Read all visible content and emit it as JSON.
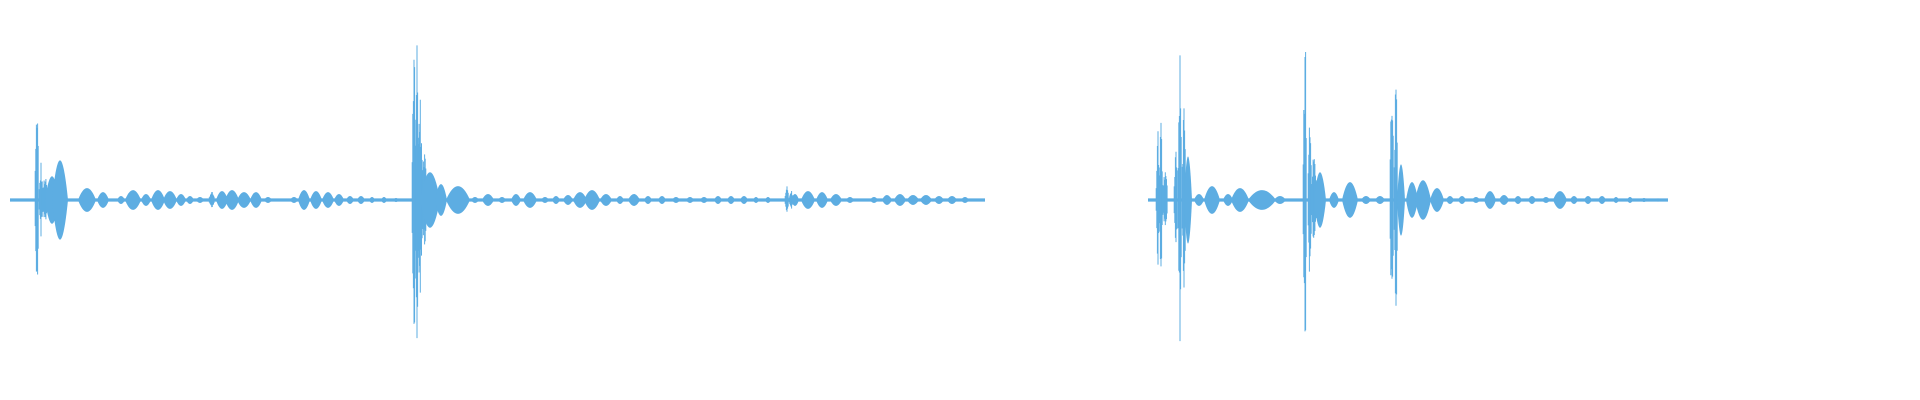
{
  "waveform": {
    "color": "#5DADE2",
    "background": "#FFFFFF",
    "duration_units": 1920,
    "amplitude_range": [
      -1,
      1
    ],
    "segments": [
      {
        "name": "segment-1",
        "start": 10,
        "end": 985,
        "baseline_amplitude": 0.008,
        "features": [
          {
            "pos": 37,
            "amp": 0.58,
            "width": 2,
            "type": "spike"
          },
          {
            "pos": 41,
            "amp": 0.2,
            "width": 2,
            "type": "spike"
          },
          {
            "pos": 45,
            "amp": 0.14,
            "width": 3,
            "type": "spike"
          },
          {
            "pos": 52,
            "amp": 0.12,
            "width": 7,
            "type": "blob"
          },
          {
            "pos": 60,
            "amp": 0.2,
            "width": 8,
            "type": "blob"
          },
          {
            "pos": 87,
            "amp": 0.06,
            "width": 9,
            "type": "blob"
          },
          {
            "pos": 103,
            "amp": 0.04,
            "width": 6,
            "type": "blob"
          },
          {
            "pos": 121,
            "amp": 0.02,
            "width": 4,
            "type": "blob"
          },
          {
            "pos": 133,
            "amp": 0.05,
            "width": 8,
            "type": "blob"
          },
          {
            "pos": 146,
            "amp": 0.03,
            "width": 5,
            "type": "blob"
          },
          {
            "pos": 158,
            "amp": 0.05,
            "width": 7,
            "type": "blob"
          },
          {
            "pos": 170,
            "amp": 0.045,
            "width": 7,
            "type": "blob"
          },
          {
            "pos": 181,
            "amp": 0.03,
            "width": 5,
            "type": "blob"
          },
          {
            "pos": 190,
            "amp": 0.02,
            "width": 4,
            "type": "blob"
          },
          {
            "pos": 200,
            "amp": 0.015,
            "width": 4,
            "type": "blob"
          },
          {
            "pos": 212,
            "amp": 0.05,
            "width": 3,
            "type": "spike"
          },
          {
            "pos": 222,
            "amp": 0.045,
            "width": 6,
            "type": "blob"
          },
          {
            "pos": 232,
            "amp": 0.05,
            "width": 7,
            "type": "blob"
          },
          {
            "pos": 244,
            "amp": 0.04,
            "width": 7,
            "type": "blob"
          },
          {
            "pos": 256,
            "amp": 0.04,
            "width": 6,
            "type": "blob"
          },
          {
            "pos": 268,
            "amp": 0.015,
            "width": 4,
            "type": "blob"
          },
          {
            "pos": 294,
            "amp": 0.015,
            "width": 4,
            "type": "blob"
          },
          {
            "pos": 304,
            "amp": 0.05,
            "width": 6,
            "type": "blob"
          },
          {
            "pos": 316,
            "amp": 0.045,
            "width": 6,
            "type": "blob"
          },
          {
            "pos": 328,
            "amp": 0.04,
            "width": 6,
            "type": "blob"
          },
          {
            "pos": 339,
            "amp": 0.03,
            "width": 5,
            "type": "blob"
          },
          {
            "pos": 350,
            "amp": 0.02,
            "width": 4,
            "type": "blob"
          },
          {
            "pos": 361,
            "amp": 0.02,
            "width": 4,
            "type": "blob"
          },
          {
            "pos": 372,
            "amp": 0.015,
            "width": 3,
            "type": "blob"
          },
          {
            "pos": 384,
            "amp": 0.015,
            "width": 3,
            "type": "blob"
          },
          {
            "pos": 396,
            "amp": 0.01,
            "width": 3,
            "type": "blob"
          },
          {
            "pos": 414,
            "amp": 0.96,
            "width": 2,
            "type": "spike"
          },
          {
            "pos": 417,
            "amp": 0.92,
            "width": 2,
            "type": "spike"
          },
          {
            "pos": 420,
            "amp": 0.55,
            "width": 3,
            "type": "spike"
          },
          {
            "pos": 424,
            "amp": 0.3,
            "width": 4,
            "type": "spike"
          },
          {
            "pos": 430,
            "amp": 0.14,
            "width": 10,
            "type": "blob"
          },
          {
            "pos": 441,
            "amp": 0.08,
            "width": 6,
            "type": "blob"
          },
          {
            "pos": 458,
            "amp": 0.07,
            "width": 12,
            "type": "blob"
          },
          {
            "pos": 475,
            "amp": 0.015,
            "width": 4,
            "type": "blob"
          },
          {
            "pos": 488,
            "amp": 0.03,
            "width": 6,
            "type": "blob"
          },
          {
            "pos": 502,
            "amp": 0.015,
            "width": 4,
            "type": "blob"
          },
          {
            "pos": 516,
            "amp": 0.03,
            "width": 5,
            "type": "blob"
          },
          {
            "pos": 530,
            "amp": 0.04,
            "width": 7,
            "type": "blob"
          },
          {
            "pos": 545,
            "amp": 0.015,
            "width": 4,
            "type": "blob"
          },
          {
            "pos": 556,
            "amp": 0.02,
            "width": 4,
            "type": "blob"
          },
          {
            "pos": 568,
            "amp": 0.025,
            "width": 5,
            "type": "blob"
          },
          {
            "pos": 580,
            "amp": 0.04,
            "width": 7,
            "type": "blob"
          },
          {
            "pos": 592,
            "amp": 0.05,
            "width": 8,
            "type": "blob"
          },
          {
            "pos": 606,
            "amp": 0.03,
            "width": 6,
            "type": "blob"
          },
          {
            "pos": 620,
            "amp": 0.02,
            "width": 4,
            "type": "blob"
          },
          {
            "pos": 634,
            "amp": 0.03,
            "width": 6,
            "type": "blob"
          },
          {
            "pos": 648,
            "amp": 0.02,
            "width": 4,
            "type": "blob"
          },
          {
            "pos": 662,
            "amp": 0.02,
            "width": 4,
            "type": "blob"
          },
          {
            "pos": 676,
            "amp": 0.015,
            "width": 4,
            "type": "blob"
          },
          {
            "pos": 690,
            "amp": 0.015,
            "width": 4,
            "type": "blob"
          },
          {
            "pos": 704,
            "amp": 0.015,
            "width": 4,
            "type": "blob"
          },
          {
            "pos": 718,
            "amp": 0.02,
            "width": 4,
            "type": "blob"
          },
          {
            "pos": 731,
            "amp": 0.02,
            "width": 4,
            "type": "blob"
          },
          {
            "pos": 744,
            "amp": 0.02,
            "width": 4,
            "type": "blob"
          },
          {
            "pos": 756,
            "amp": 0.015,
            "width": 3,
            "type": "blob"
          },
          {
            "pos": 768,
            "amp": 0.015,
            "width": 3,
            "type": "blob"
          },
          {
            "pos": 787,
            "amp": 0.08,
            "width": 2,
            "type": "spike"
          },
          {
            "pos": 791,
            "amp": 0.06,
            "width": 2,
            "type": "spike"
          },
          {
            "pos": 795,
            "amp": 0.03,
            "width": 4,
            "type": "blob"
          },
          {
            "pos": 808,
            "amp": 0.045,
            "width": 7,
            "type": "blob"
          },
          {
            "pos": 822,
            "amp": 0.04,
            "width": 6,
            "type": "blob"
          },
          {
            "pos": 836,
            "amp": 0.03,
            "width": 6,
            "type": "blob"
          },
          {
            "pos": 850,
            "amp": 0.015,
            "width": 4,
            "type": "blob"
          },
          {
            "pos": 874,
            "amp": 0.015,
            "width": 4,
            "type": "blob"
          },
          {
            "pos": 887,
            "amp": 0.025,
            "width": 5,
            "type": "blob"
          },
          {
            "pos": 900,
            "amp": 0.03,
            "width": 6,
            "type": "blob"
          },
          {
            "pos": 913,
            "amp": 0.025,
            "width": 6,
            "type": "blob"
          },
          {
            "pos": 926,
            "amp": 0.025,
            "width": 6,
            "type": "blob"
          },
          {
            "pos": 939,
            "amp": 0.02,
            "width": 5,
            "type": "blob"
          },
          {
            "pos": 952,
            "amp": 0.02,
            "width": 5,
            "type": "blob"
          },
          {
            "pos": 965,
            "amp": 0.015,
            "width": 4,
            "type": "blob"
          }
        ]
      },
      {
        "name": "segment-2",
        "start": 1148,
        "end": 1668,
        "baseline_amplitude": 0.008,
        "features": [
          {
            "pos": 1158,
            "amp": 0.36,
            "width": 2,
            "type": "spike"
          },
          {
            "pos": 1161,
            "amp": 0.42,
            "width": 2,
            "type": "spike"
          },
          {
            "pos": 1165,
            "amp": 0.18,
            "width": 3,
            "type": "spike"
          },
          {
            "pos": 1176,
            "amp": 0.32,
            "width": 2,
            "type": "spike"
          },
          {
            "pos": 1180,
            "amp": 0.76,
            "width": 2,
            "type": "spike"
          },
          {
            "pos": 1184,
            "amp": 0.6,
            "width": 2,
            "type": "spike"
          },
          {
            "pos": 1188,
            "amp": 0.22,
            "width": 4,
            "type": "blob"
          },
          {
            "pos": 1199,
            "amp": 0.03,
            "width": 5,
            "type": "blob"
          },
          {
            "pos": 1212,
            "amp": 0.07,
            "width": 8,
            "type": "blob"
          },
          {
            "pos": 1228,
            "amp": 0.03,
            "width": 5,
            "type": "blob"
          },
          {
            "pos": 1240,
            "amp": 0.06,
            "width": 9,
            "type": "blob"
          },
          {
            "pos": 1262,
            "amp": 0.05,
            "width": 14,
            "type": "blob"
          },
          {
            "pos": 1280,
            "amp": 0.02,
            "width": 6,
            "type": "blob"
          },
          {
            "pos": 1305,
            "amp": 0.98,
            "width": 2,
            "type": "spike"
          },
          {
            "pos": 1310,
            "amp": 0.5,
            "width": 2,
            "type": "spike"
          },
          {
            "pos": 1314,
            "amp": 0.3,
            "width": 3,
            "type": "spike"
          },
          {
            "pos": 1320,
            "amp": 0.14,
            "width": 6,
            "type": "blob"
          },
          {
            "pos": 1334,
            "amp": 0.04,
            "width": 5,
            "type": "blob"
          },
          {
            "pos": 1350,
            "amp": 0.09,
            "width": 8,
            "type": "blob"
          },
          {
            "pos": 1366,
            "amp": 0.02,
            "width": 5,
            "type": "blob"
          },
          {
            "pos": 1380,
            "amp": 0.02,
            "width": 5,
            "type": "blob"
          },
          {
            "pos": 1392,
            "amp": 0.75,
            "width": 2,
            "type": "spike"
          },
          {
            "pos": 1396,
            "amp": 0.7,
            "width": 2,
            "type": "spike"
          },
          {
            "pos": 1401,
            "amp": 0.18,
            "width": 4,
            "type": "blob"
          },
          {
            "pos": 1412,
            "amp": 0.09,
            "width": 6,
            "type": "blob"
          },
          {
            "pos": 1423,
            "amp": 0.1,
            "width": 8,
            "type": "blob"
          },
          {
            "pos": 1437,
            "amp": 0.06,
            "width": 7,
            "type": "blob"
          },
          {
            "pos": 1450,
            "amp": 0.02,
            "width": 4,
            "type": "blob"
          },
          {
            "pos": 1462,
            "amp": 0.02,
            "width": 4,
            "type": "blob"
          },
          {
            "pos": 1476,
            "amp": 0.015,
            "width": 4,
            "type": "blob"
          },
          {
            "pos": 1490,
            "amp": 0.045,
            "width": 6,
            "type": "blob"
          },
          {
            "pos": 1504,
            "amp": 0.025,
            "width": 5,
            "type": "blob"
          },
          {
            "pos": 1518,
            "amp": 0.02,
            "width": 4,
            "type": "blob"
          },
          {
            "pos": 1532,
            "amp": 0.02,
            "width": 4,
            "type": "blob"
          },
          {
            "pos": 1546,
            "amp": 0.015,
            "width": 4,
            "type": "blob"
          },
          {
            "pos": 1560,
            "amp": 0.045,
            "width": 7,
            "type": "blob"
          },
          {
            "pos": 1574,
            "amp": 0.02,
            "width": 4,
            "type": "blob"
          },
          {
            "pos": 1588,
            "amp": 0.02,
            "width": 4,
            "type": "blob"
          },
          {
            "pos": 1602,
            "amp": 0.02,
            "width": 4,
            "type": "blob"
          },
          {
            "pos": 1616,
            "amp": 0.015,
            "width": 3,
            "type": "blob"
          },
          {
            "pos": 1630,
            "amp": 0.015,
            "width": 3,
            "type": "blob"
          },
          {
            "pos": 1644,
            "amp": 0.01,
            "width": 3,
            "type": "blob"
          },
          {
            "pos": 1658,
            "amp": 0.008,
            "width": 3,
            "type": "blob"
          }
        ]
      }
    ]
  }
}
